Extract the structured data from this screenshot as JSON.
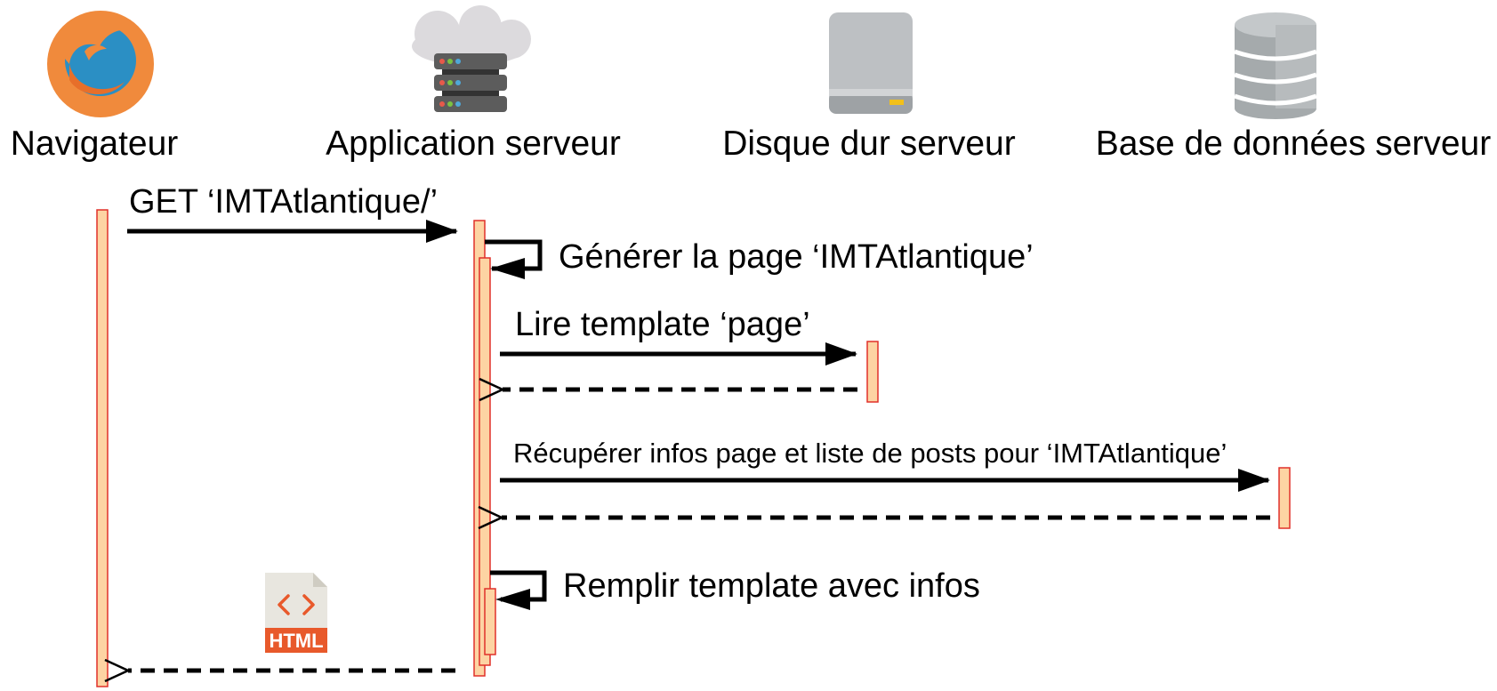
{
  "actors": [
    {
      "name": "Navigateur",
      "icon": "firefox-icon"
    },
    {
      "name": "Application serveur",
      "icon": "cloud-server-icon"
    },
    {
      "name": "Disque dur serveur",
      "icon": "hard-disk-icon"
    },
    {
      "name": "Base de données serveur",
      "icon": "database-icon"
    }
  ],
  "messages": [
    {
      "text": "GET ‘IMTAtlantique/’",
      "kind": "sync"
    },
    {
      "text": "Générer la page ‘IMTAtlantique’",
      "kind": "self"
    },
    {
      "text": "Lire template ‘page’",
      "kind": "sync"
    },
    {
      "text": "",
      "kind": "return"
    },
    {
      "text": "Récupérer infos page et liste de posts pour ‘IMTAtlantique’",
      "kind": "sync"
    },
    {
      "text": "",
      "kind": "return"
    },
    {
      "text": "Remplir template avec infos",
      "kind": "self"
    },
    {
      "text": "",
      "kind": "return"
    }
  ],
  "html_file_icon": {
    "label": "HTML",
    "icon": "html-file-icon"
  },
  "colors": {
    "activation_fill": "#fdd4a3",
    "activation_stroke": "#e0302a",
    "firefox_orange": "#f08a3c",
    "firefox_blue": "#2b8fc4",
    "cloud": "#dcdadd",
    "server": "#5c5c5c",
    "disk": "#bdc0c3",
    "database": "#a5aaac",
    "html_orange": "#e8592b"
  }
}
